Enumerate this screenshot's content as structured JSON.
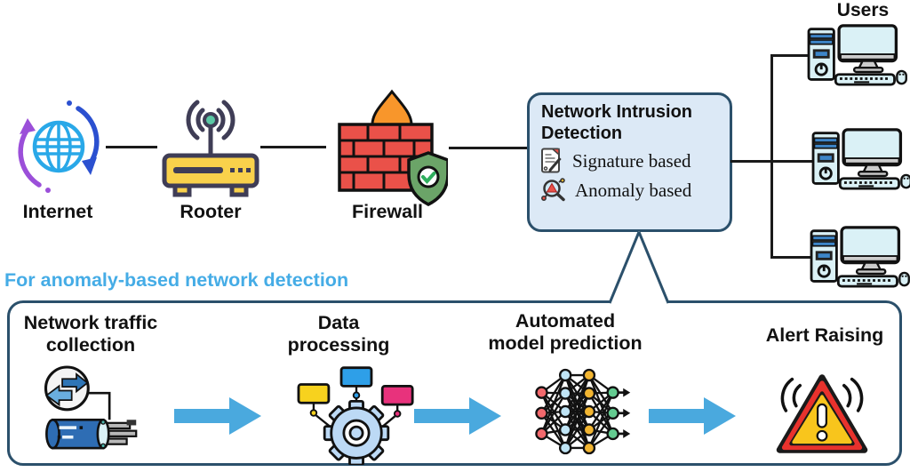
{
  "colors": {
    "accent_blue": "#45ace6",
    "arrow_blue": "#4aa9de",
    "box_border_navy": "#2b506b",
    "nid_box_fill": "#dce9f6"
  },
  "top_flow": {
    "internet": {
      "label": "Internet",
      "icon": "globe-sync-icon"
    },
    "rooter": {
      "label": "Rooter",
      "icon": "wifi-router-icon"
    },
    "firewall": {
      "label": "Firewall",
      "icon": "brick-wall-flame-shield-icon"
    },
    "nid": {
      "title": "Network Intrusion Detection",
      "items": [
        {
          "label": "Signature based",
          "icon": "signature-document-icon"
        },
        {
          "label": "Anomaly based",
          "icon": "anomaly-magnifier-icon"
        }
      ]
    },
    "users": {
      "label": "Users",
      "workstation_count": 3,
      "icon": "desktop-workstation-icon"
    }
  },
  "anomaly_pipeline": {
    "heading": "For anomaly-based network detection",
    "stages": [
      {
        "label": "Network traffic\ncollection",
        "icon": "network-cable-icon"
      },
      {
        "label": "Data\nprocessing",
        "icon": "gear-data-icon"
      },
      {
        "label": "Automated\nmodel prediction",
        "icon": "neural-network-icon"
      },
      {
        "label": "Alert Raising",
        "icon": "warning-alarm-icon"
      }
    ]
  }
}
